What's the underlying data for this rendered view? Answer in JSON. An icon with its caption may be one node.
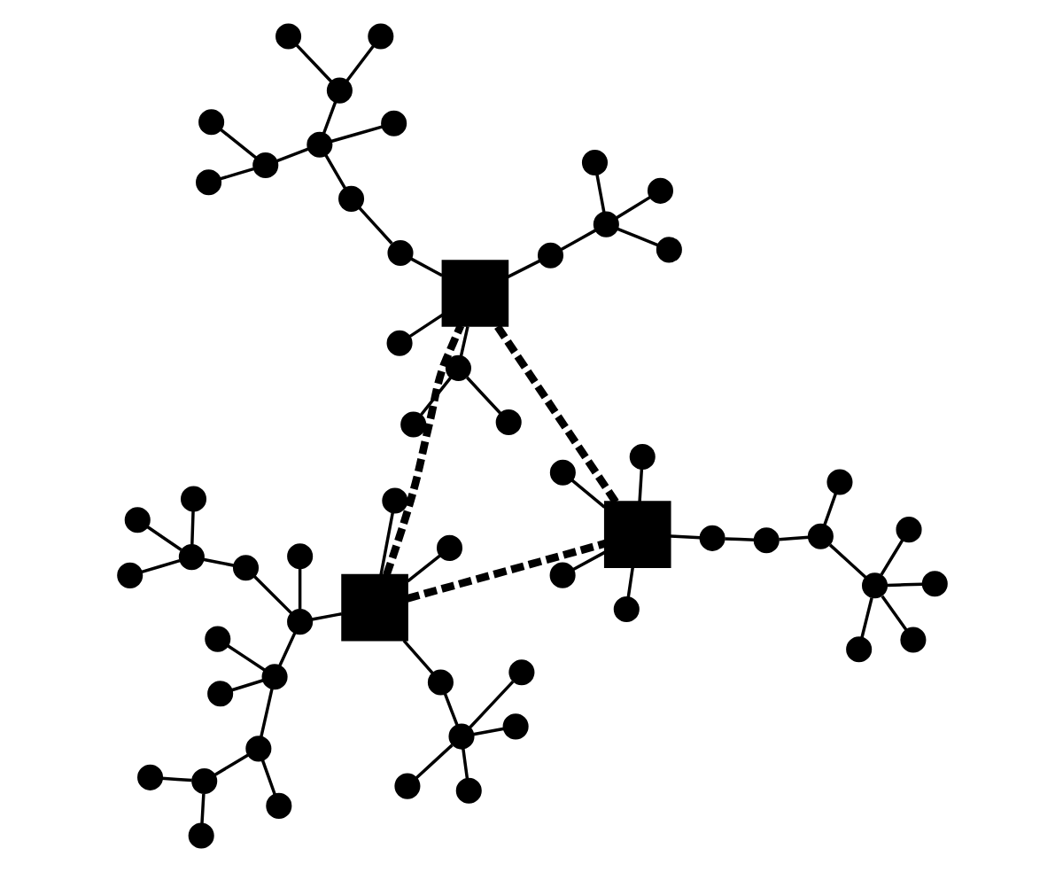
{
  "diagram": {
    "nodes": [
      {
        "text": [],
        "shape": "box"
      },
      {
        "text": [],
        "shape": "circle"
      },
      {
        "text": [],
        "shape": "circle"
      },
      {
        "text": [],
        "shape": "circle"
      },
      {
        "text": [],
        "shape": "circle"
      },
      {
        "text": [],
        "shape": "circle"
      },
      {
        "text": [],
        "shape": "circle"
      },
      {
        "text": [],
        "shape": "circle"
      },
      {
        "text": [],
        "shape": "circle"
      },
      {
        "text": [],
        "shape": "circle"
      },
      {
        "text": [],
        "shape": "circle"
      },
      {
        "text": [],
        "shape": "circle"
      },
      {
        "text": [],
        "shape": "circle"
      },
      {
        "text": [],
        "shape": "circle"
      },
      {
        "text": [],
        "shape": "circle"
      },
      {
        "text": [],
        "shape": "circle"
      },
      {
        "text": [],
        "shape": "circle"
      },
      {
        "text": [],
        "shape": "circle"
      },
      {
        "text": [],
        "shape": "circle"
      },
      {
        "text": [],
        "shape": "circle"
      },
      {
        "text": [],
        "shape": "circle"
      },
      {
        "text": [],
        "shape": "circle"
      },
      {
        "text": [],
        "shape": "circle"
      },
      {
        "text": [],
        "shape": "circle"
      },
      {
        "text": [],
        "shape": "box"
      },
      {
        "text": [],
        "shape": "circle"
      },
      {
        "text": [],
        "shape": "circle"
      },
      {
        "text": [],
        "shape": "circle"
      },
      {
        "text": [],
        "shape": "circle"
      },
      {
        "text": [],
        "shape": "circle"
      },
      {
        "text": [],
        "shape": "circle"
      },
      {
        "text": [],
        "shape": "circle"
      },
      {
        "text": [],
        "shape": "circle"
      },
      {
        "text": [],
        "shape": "circle"
      },
      {
        "text": [],
        "shape": "circle"
      },
      {
        "text": [],
        "shape": "circle"
      },
      {
        "text": [],
        "shape": "circle"
      },
      {
        "text": [],
        "shape": "circle"
      },
      {
        "text": [],
        "shape": "box"
      },
      {
        "text": [],
        "shape": "circle"
      },
      {
        "text": [],
        "shape": "circle"
      },
      {
        "text": [],
        "shape": "circle"
      },
      {
        "text": [],
        "shape": "circle"
      },
      {
        "text": [],
        "shape": "circle"
      },
      {
        "text": [],
        "shape": "circle"
      },
      {
        "text": [],
        "shape": "circle"
      },
      {
        "text": [],
        "shape": "circle"
      },
      {
        "text": [],
        "shape": "circle"
      },
      {
        "text": [],
        "shape": "circle"
      },
      {
        "text": [],
        "shape": "circle"
      },
      {
        "text": [],
        "shape": "circle"
      },
      {
        "text": [],
        "shape": "circle"
      },
      {
        "text": [],
        "shape": "circle"
      },
      {
        "text": [],
        "shape": "circle"
      },
      {
        "text": [],
        "shape": "circle"
      },
      {
        "text": [],
        "shape": "circle"
      },
      {
        "text": [],
        "shape": "circle"
      },
      {
        "text": [],
        "shape": "circle"
      }
    ],
    "edges": [
      {
        "from": 0,
        "to": 1,
        "arrow": "none"
      },
      {
        "from": 0,
        "to": 2,
        "arrow": "none"
      },
      {
        "from": 2,
        "to": 3,
        "arrow": "none"
      },
      {
        "from": 3,
        "to": 4,
        "arrow": "none"
      },
      {
        "from": 3,
        "to": 5,
        "arrow": "none"
      },
      {
        "from": 3,
        "to": 6,
        "arrow": "none"
      },
      {
        "from": 3,
        "to": 7,
        "arrow": "none"
      },
      {
        "from": 0,
        "to": 8,
        "arrow": "none"
      },
      {
        "from": 0,
        "to": 9,
        "arrow": "none"
      },
      {
        "from": 9,
        "to": 10,
        "arrow": "none"
      },
      {
        "from": 9,
        "to": 11,
        "arrow": "none"
      },
      {
        "from": 9,
        "to": 12,
        "arrow": "none"
      },
      {
        "from": 11,
        "to": 13,
        "arrow": "none"
      },
      {
        "from": 11,
        "to": 14,
        "arrow": "none"
      },
      {
        "from": 11,
        "to": 15,
        "arrow": "none"
      },
      {
        "from": 15,
        "to": 16,
        "arrow": "none"
      },
      {
        "from": 15,
        "to": 17,
        "arrow": "none"
      },
      {
        "from": 17,
        "to": 18,
        "arrow": "none"
      },
      {
        "from": 17,
        "to": 19,
        "arrow": "none"
      },
      {
        "from": 12,
        "to": 20,
        "arrow": "none"
      },
      {
        "from": 20,
        "to": 21,
        "arrow": "none"
      },
      {
        "from": 20,
        "to": 22,
        "arrow": "none"
      },
      {
        "from": 20,
        "to": 23,
        "arrow": "none"
      },
      {
        "from": 24,
        "to": 25,
        "arrow": "none"
      },
      {
        "from": 24,
        "to": 26,
        "arrow": "none"
      },
      {
        "from": 24,
        "to": 27,
        "arrow": "none"
      },
      {
        "from": 24,
        "to": 28,
        "arrow": "none"
      },
      {
        "from": 24,
        "to": 29,
        "arrow": "none"
      },
      {
        "from": 29,
        "to": 30,
        "arrow": "none"
      },
      {
        "from": 30,
        "to": 31,
        "arrow": "none"
      },
      {
        "from": 31,
        "to": 32,
        "arrow": "none"
      },
      {
        "from": 31,
        "to": 33,
        "arrow": "none"
      },
      {
        "from": 33,
        "to": 34,
        "arrow": "none"
      },
      {
        "from": 33,
        "to": 35,
        "arrow": "none"
      },
      {
        "from": 33,
        "to": 36,
        "arrow": "none"
      },
      {
        "from": 33,
        "to": 37,
        "arrow": "none"
      },
      {
        "from": 38,
        "to": 39,
        "arrow": "none"
      },
      {
        "from": 38,
        "to": 40,
        "arrow": "none"
      },
      {
        "from": 40,
        "to": 41,
        "arrow": "none"
      },
      {
        "from": 41,
        "to": 42,
        "arrow": "none"
      },
      {
        "from": 41,
        "to": 43,
        "arrow": "none"
      },
      {
        "from": 41,
        "to": 44,
        "arrow": "none"
      },
      {
        "from": 38,
        "to": 45,
        "arrow": "none"
      },
      {
        "from": 45,
        "to": 46,
        "arrow": "none"
      },
      {
        "from": 45,
        "to": 47,
        "arrow": "none"
      },
      {
        "from": 38,
        "to": 48,
        "arrow": "none"
      },
      {
        "from": 48,
        "to": 49,
        "arrow": "none"
      },
      {
        "from": 49,
        "to": 50,
        "arrow": "none"
      },
      {
        "from": 50,
        "to": 51,
        "arrow": "none"
      },
      {
        "from": 50,
        "to": 52,
        "arrow": "none"
      },
      {
        "from": 52,
        "to": 53,
        "arrow": "none"
      },
      {
        "from": 52,
        "to": 54,
        "arrow": "none"
      },
      {
        "from": 50,
        "to": 55,
        "arrow": "none"
      },
      {
        "from": 55,
        "to": 56,
        "arrow": "none"
      },
      {
        "from": 55,
        "to": 57,
        "arrow": "none"
      },
      {
        "from": 0,
        "to": 24,
        "arrow": "none",
        "style": "dashed"
      },
      {
        "from": 0,
        "to": 38,
        "arrow": "none",
        "style": "dashed"
      },
      {
        "from": 24,
        "to": 38,
        "arrow": "none",
        "style": "dashed"
      }
    ]
  }
}
